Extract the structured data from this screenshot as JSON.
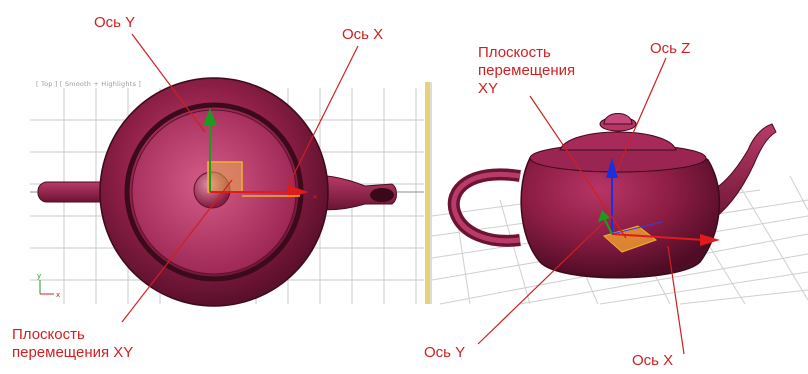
{
  "viewport_left": {
    "label": "[ Top ] [ Smooth + Highlights ]"
  },
  "callouts": {
    "axis_y_left": "Ось Y",
    "axis_x_left": "Ось X",
    "plane_xy_left_line1": "Плоскость",
    "plane_xy_left_line2": "перемещения XY",
    "plane_xy_right_line1": "Плоскость",
    "plane_xy_right_line2": "перемещения",
    "plane_xy_right_line3": "XY",
    "axis_z_right": "Ось Z",
    "axis_y_right": "Ось Y",
    "axis_x_right": "Ось X"
  },
  "triad": {
    "x": "x",
    "y": "y"
  },
  "colors": {
    "callout_text": "#d11f1f",
    "teapot": "#8e1f47",
    "axis_x": "#e11b1b",
    "axis_y": "#1e9b1e",
    "axis_z": "#1b2fe0",
    "plane_xy": "#f0b030",
    "viewport_divider": "#e6d27a"
  }
}
